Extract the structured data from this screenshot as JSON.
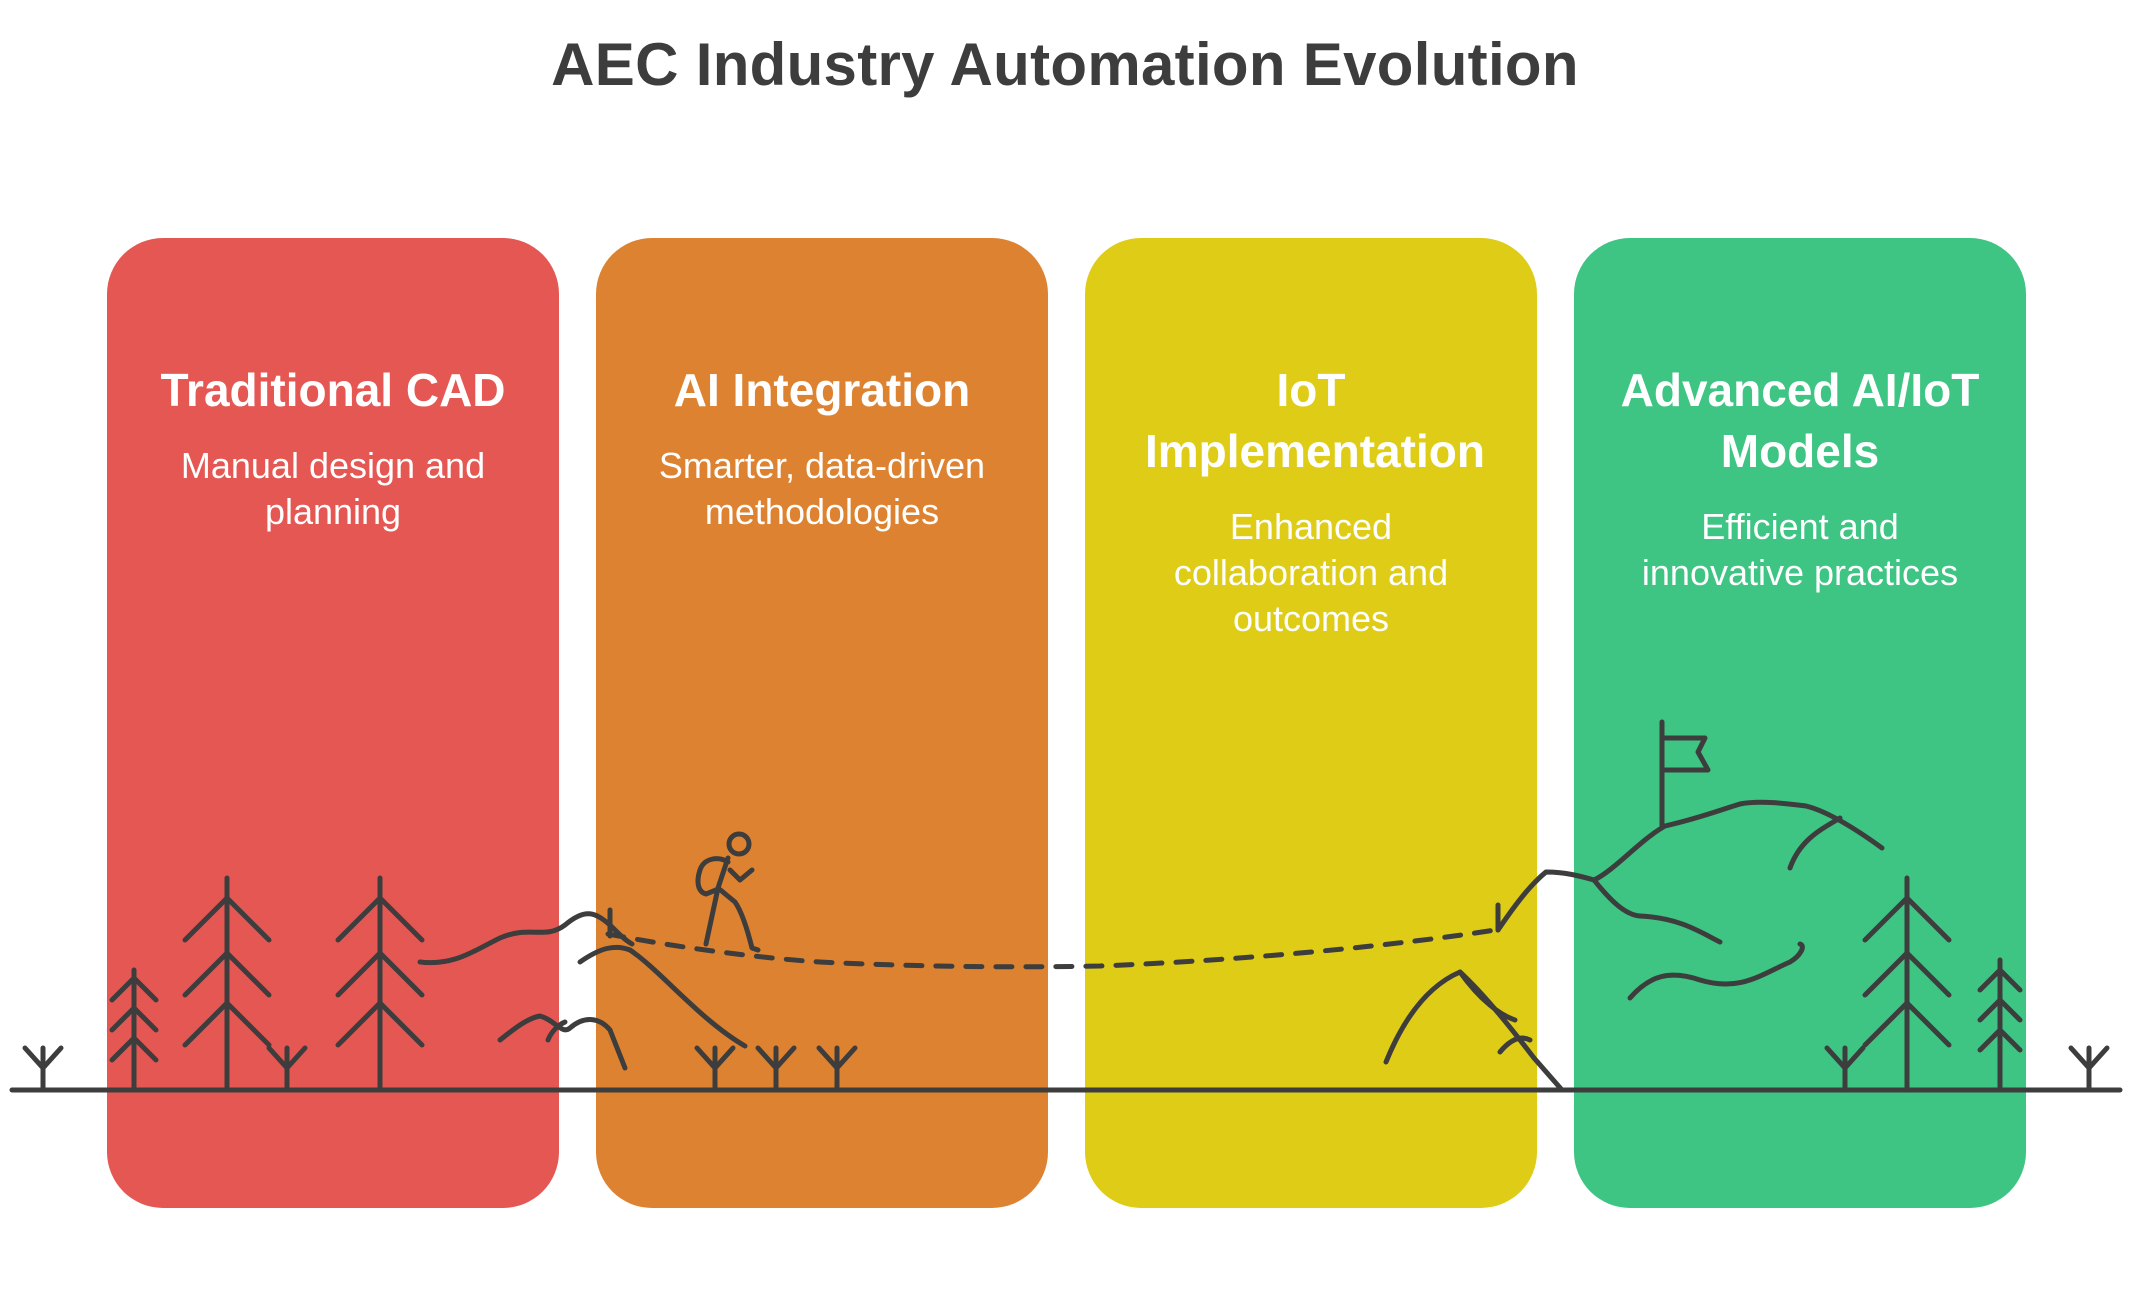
{
  "title": "AEC Industry Automation Evolution",
  "stages": [
    {
      "heading": "Traditional CAD",
      "description": "Manual design and planning",
      "color": "#e55753"
    },
    {
      "heading": "AI Integration",
      "description": "Smarter, data-driven methodologies",
      "color": "#dd8230"
    },
    {
      "heading": "IoT Implementation",
      "description": "Enhanced collaboration and outcomes",
      "color": "#dfcc17"
    },
    {
      "heading": "Advanced AI/IoT Models",
      "description": "Efficient and innovative practices",
      "color": "#3ec483"
    }
  ],
  "illustration": {
    "line_color": "#3d3d3d",
    "icons": [
      "pine-tree-icon",
      "grass-sprout-icon",
      "hill-icon",
      "hiker-icon",
      "flag-icon",
      "mountain-icon",
      "dashed-path-icon"
    ]
  }
}
